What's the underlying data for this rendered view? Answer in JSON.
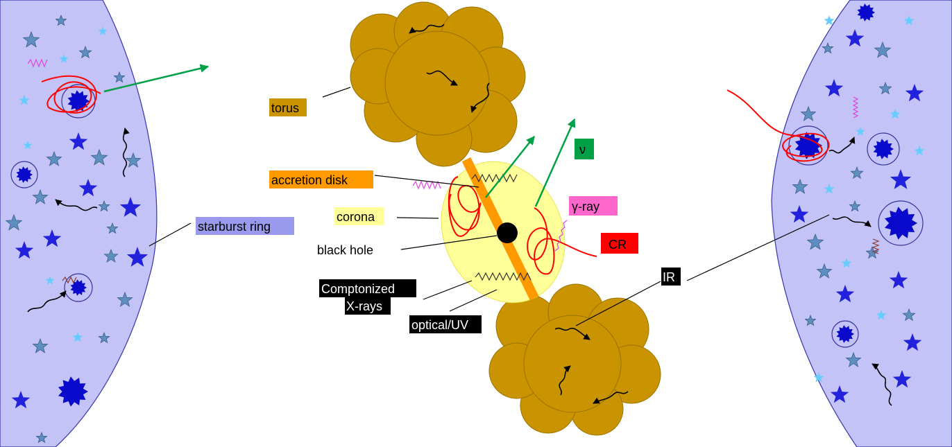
{
  "labels": {
    "torus": "torus",
    "accretion_disk": "accretion disk",
    "corona": "corona",
    "black_hole": "black hole",
    "comptonized_1": "Comptonized",
    "comptonized_2": "X-rays",
    "optical_uv": "optical/UV",
    "starburst_ring": "starburst ring",
    "neutrino": "ν",
    "gamma_ray": "γ-ray",
    "cosmic_ray": "CR",
    "infrared": "IR"
  },
  "colors": {
    "starburst_fill": "#c3c3f7",
    "torus": "#c99400",
    "accretion_disk": "#ff9900",
    "corona": "#ffff99",
    "neutrino": "#00a046",
    "gamma_ray": "#ff66cc",
    "cosmic_ray": "#ff0000",
    "star_dark": "#2222dd",
    "star_light": "#5f8ec0",
    "star_cyan": "#66ccff",
    "label_dark": "#000000"
  }
}
